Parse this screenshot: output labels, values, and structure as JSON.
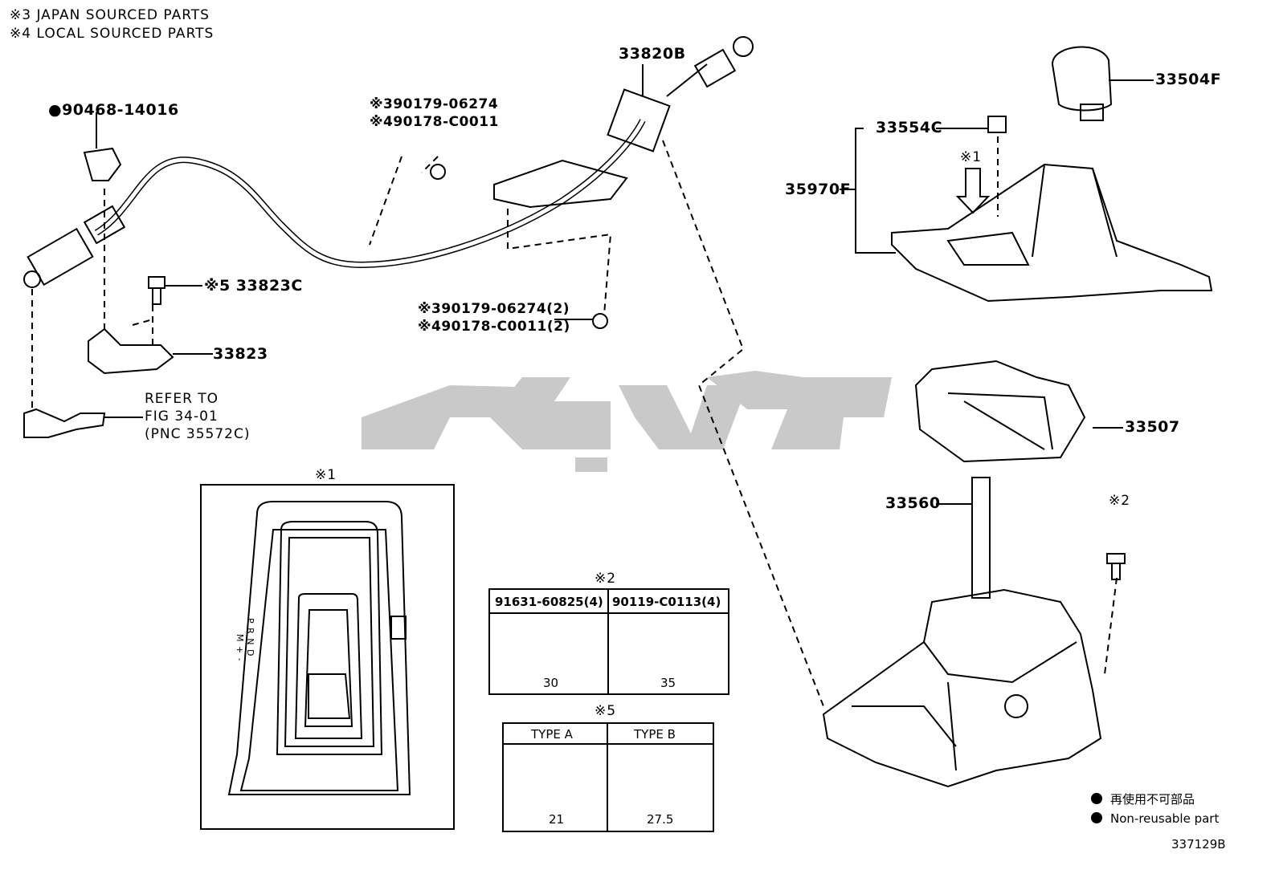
{
  "notes": {
    "japan": "※3 JAPAN SOURCED PARTS",
    "local": "※4 LOCAL SOURCED PARTS"
  },
  "labels": {
    "p90468": "●90468-14016",
    "p33820B": "33820B",
    "p33504F": "33504F",
    "p33554C": "33554C",
    "p35970F": "35970F",
    "arrow_ref1": "※1",
    "p33507": "33507",
    "p33560": "33560",
    "ref2": "※2",
    "nut_a1": "※390179-06274",
    "nut_a2": "※490178-C0011",
    "nut_b1": "※390179-06274(2)",
    "nut_b2": "※490178-C0011(2)",
    "p33823C": "※5 33823C",
    "p33823": "33823",
    "refer_1": "REFER TO",
    "refer_2": "FIG 34-01",
    "refer_3": "(PNC 35572C)",
    "inset1_ref": "※1",
    "gear_letters": "P R N D",
    "gear_letters2": "M + -",
    "table2_ref": "※2",
    "table5_ref": "※5"
  },
  "table2": {
    "col1": "91631-60825(4)",
    "col2": "90119-C0113(4)",
    "dim1": "30",
    "dim2": "35"
  },
  "table5": {
    "col1": "TYPE  A",
    "col2": "TYPE  B",
    "dim1": "21",
    "dim2": "27.5"
  },
  "legend": {
    "jp": "再使用不可部品",
    "en": "Non-reusable part"
  },
  "figure_code": "337129B",
  "colors": {
    "line": "#000000",
    "watermark": "#c8c8c8"
  }
}
